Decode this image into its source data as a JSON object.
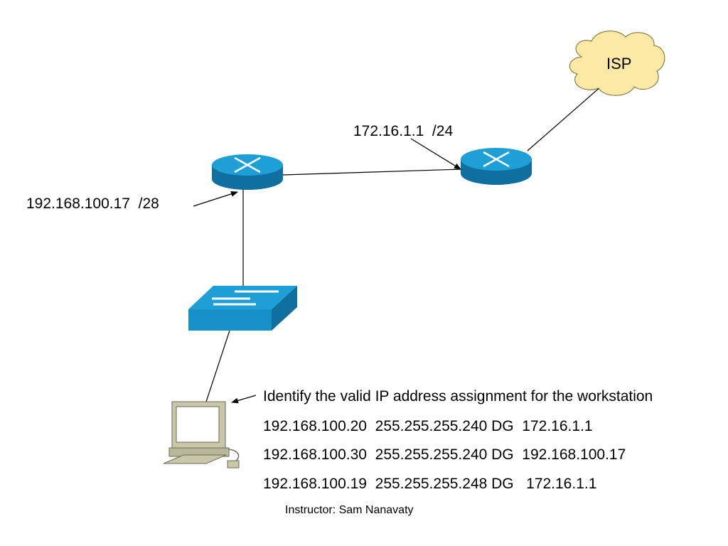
{
  "labels": {
    "isp": "ISP",
    "isp_router_ip": "172.16.1.1  /24",
    "lan_router_ip": "192.168.100.17  /28"
  },
  "question": {
    "prompt": "Identify the valid IP address assignment for the workstation",
    "options": [
      "192.168.100.20  255.255.255.240 DG  172.16.1.1",
      "192.168.100.30  255.255.255.240 DG  192.168.100.17",
      "192.168.100.19  255.255.255.248 DG   172.16.1.1"
    ]
  },
  "footer": "Instructor: Sam Nanavaty",
  "colors": {
    "device_blue": "#1e9fd6",
    "device_blue_dark": "#0f6f9e",
    "cloud_fill": "#fce9a6",
    "workstation_body": "#c9c7a8",
    "line": "#000000"
  },
  "icons": {
    "lan_router": "router-icon",
    "isp_router": "router-icon",
    "switch": "switch-icon",
    "workstation": "workstation-icon",
    "isp": "cloud-icon"
  }
}
